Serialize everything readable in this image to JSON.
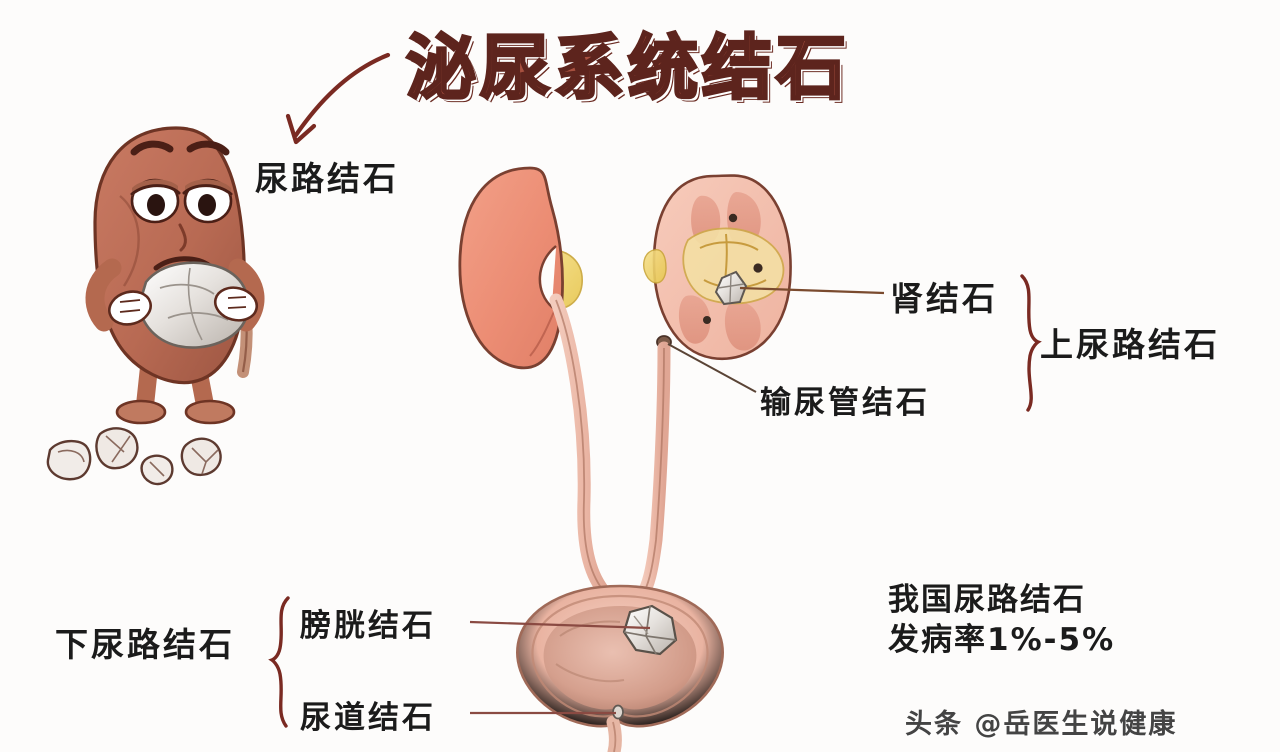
{
  "page": {
    "title": "泌尿系统结石",
    "background_color": "#fdfcfb",
    "ink_color": "#1b1b1b",
    "accent_color": "#7a2a22",
    "organ_color": "#e9967f"
  },
  "title": {
    "text": "泌尿系统结石",
    "fill": "#a8503f",
    "outline": "#5d241d"
  },
  "labels": {
    "urinary_tract_stone": "尿路结石",
    "kidney_stone": "肾结石",
    "ureteral_stone": "输尿管结石",
    "upper_tract_stone": "上尿路结石",
    "lower_tract_stone": "下尿路结石",
    "bladder_stone": "膀胱结石",
    "urethral_stone": "尿道结石"
  },
  "statistic": {
    "line1": "我国尿路结石",
    "line2": "发病率1%-5%"
  },
  "watermark": {
    "text": "头条 @岳医生说健康"
  },
  "figure": {
    "character_name": "sad-kidney-mascot",
    "character_description": "卡通肾脏抱着结石",
    "loose_stone_count": 4,
    "kidney_left_view": "外观",
    "kidney_right_view": "剖面",
    "bladder_stone_present": true
  }
}
